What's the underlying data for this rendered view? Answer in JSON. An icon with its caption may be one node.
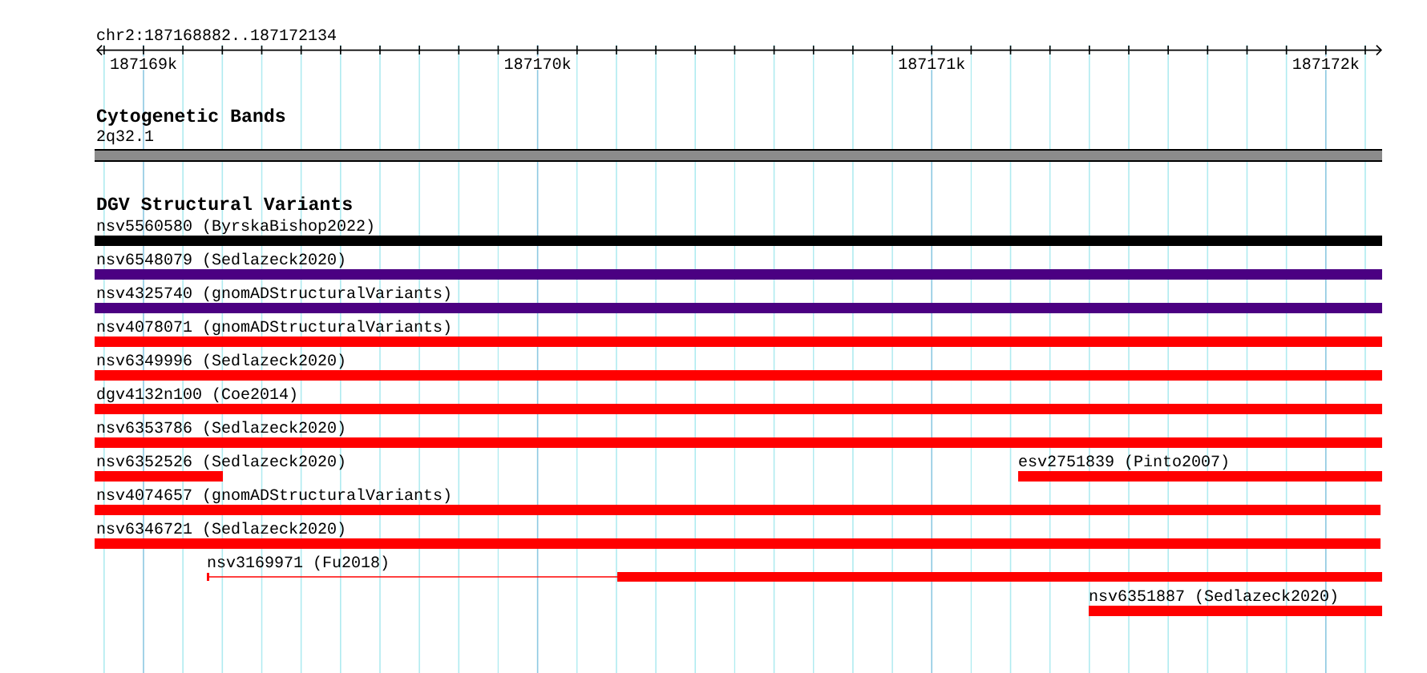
{
  "diagram": {
    "title": "chr2:187168882..187172134",
    "nodes": [
      {
        "text": [
          "2q32.1"
        ]
      },
      {
        "text": [
          "nsv5560580 (ByrskaBishop2022)"
        ]
      },
      {
        "text": [
          "nsv6548079 (Sedlazeck2020)"
        ]
      },
      {
        "text": [
          "nsv4325740 (gnomADStructuralVariants)"
        ]
      },
      {
        "text": [
          "nsv4078071 (gnomADStructuralVariants)"
        ]
      },
      {
        "text": [
          "nsv6349996 (Sedlazeck2020)"
        ]
      },
      {
        "text": [
          "dgv4132n100 (Coe2014)"
        ]
      },
      {
        "text": [
          "nsv6353786 (Sedlazeck2020)"
        ]
      },
      {
        "text": [
          "nsv6352526 (Sedlazeck2020)"
        ]
      },
      {
        "text": [
          "esv2751839 (Pinto2007)"
        ]
      },
      {
        "text": [
          "nsv4074657 (gnomADStructuralVariants)"
        ]
      },
      {
        "text": [
          "nsv6346721 (Sedlazeck2020)"
        ]
      },
      {
        "text": [
          "nsv3169971 (Fu2018)"
        ]
      },
      {
        "text": [
          "nsv6351887 (Sedlazeck2020)"
        ]
      }
    ],
    "labels": [
      "187169k",
      "187170k",
      "187171k",
      "187172k",
      "Cytogenetic Bands",
      "DGV Structural Variants"
    ]
  }
}
